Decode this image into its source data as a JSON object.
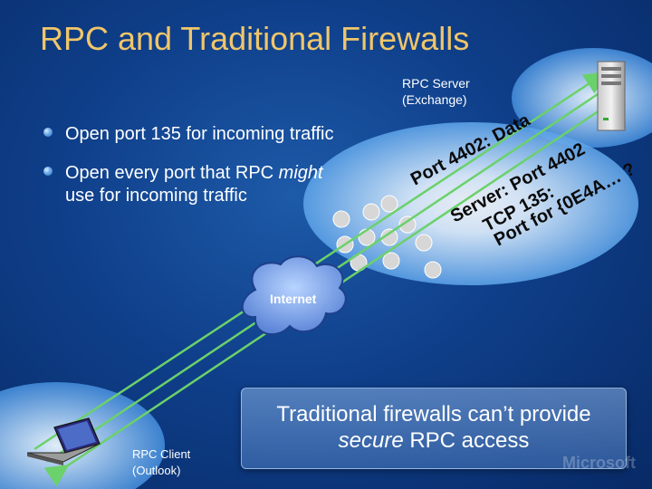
{
  "slide": {
    "title": "RPC and Traditional Firewalls",
    "bullets": [
      {
        "text": "Open port 135 for incoming traffic"
      },
      {
        "prefix": "Open every port that RPC ",
        "em": "might",
        "suffix": " use for incoming traffic"
      }
    ],
    "server_label": [
      "RPC Server",
      "(Exchange)"
    ],
    "client_label": [
      "RPC Client",
      "(Outlook)"
    ],
    "internet_label": "Internet",
    "firewall_text": [
      "Port 4402: Data",
      "Server: Port 4402",
      "TCP 135:",
      "Port for {0E4A… ?"
    ],
    "callout": {
      "line1": "Traditional firewalls can’t provide",
      "em": "secure",
      "line2_suffix": " RPC access"
    },
    "brand": "Microsoft"
  },
  "colors": {
    "title": "#f0c66a",
    "text": "#ffffff",
    "line": "#6bd16b",
    "firewall_fill": "#6fb0ea"
  },
  "icons": [
    "server-icon",
    "laptop-icon",
    "internet-cloud-icon",
    "firewall-icon"
  ]
}
